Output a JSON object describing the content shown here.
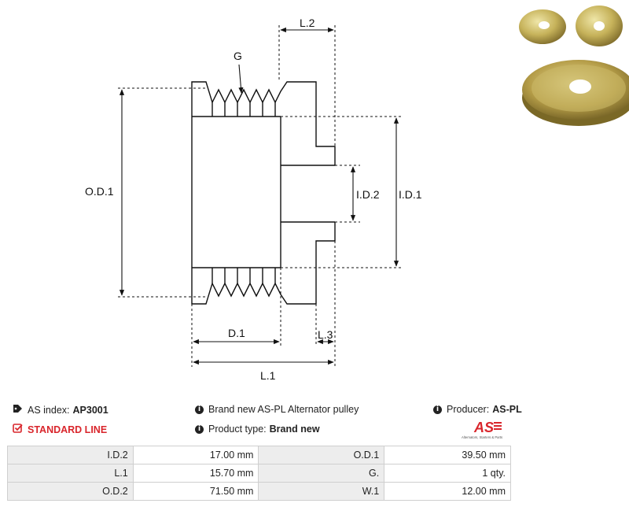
{
  "drawing": {
    "labels": {
      "od1": "O.D.1",
      "g": "G",
      "l2": "L.2",
      "id2": "I.D.2",
      "id1": "I.D.1",
      "d1": "D.1",
      "l3": "L.3",
      "l1": "L.1"
    }
  },
  "info": {
    "as_index_label": "AS index:",
    "as_index_value": "AP3001",
    "line": "STANDARD LINE",
    "description": "Brand new AS-PL Alternator pulley",
    "product_type_label": "Product type:",
    "product_type_value": "Brand new",
    "producer_label": "Producer:",
    "producer_value": "AS-PL"
  },
  "logo": {
    "mark": "AS",
    "tagline": "Alternators, Starters & Parts"
  },
  "specs": [
    {
      "label1": "I.D.2",
      "value1": "17.00 mm",
      "label2": "O.D.1",
      "value2": "39.50 mm"
    },
    {
      "label1": "L.1",
      "value1": "15.70 mm",
      "label2": "G.",
      "value2": "1 qty."
    },
    {
      "label1": "O.D.2",
      "value1": "71.50 mm",
      "label2": "W.1",
      "value2": "12.00 mm"
    }
  ],
  "colors": {
    "accent": "#d9262c",
    "header_cell": "#ededed",
    "border": "#cfcfcf"
  }
}
